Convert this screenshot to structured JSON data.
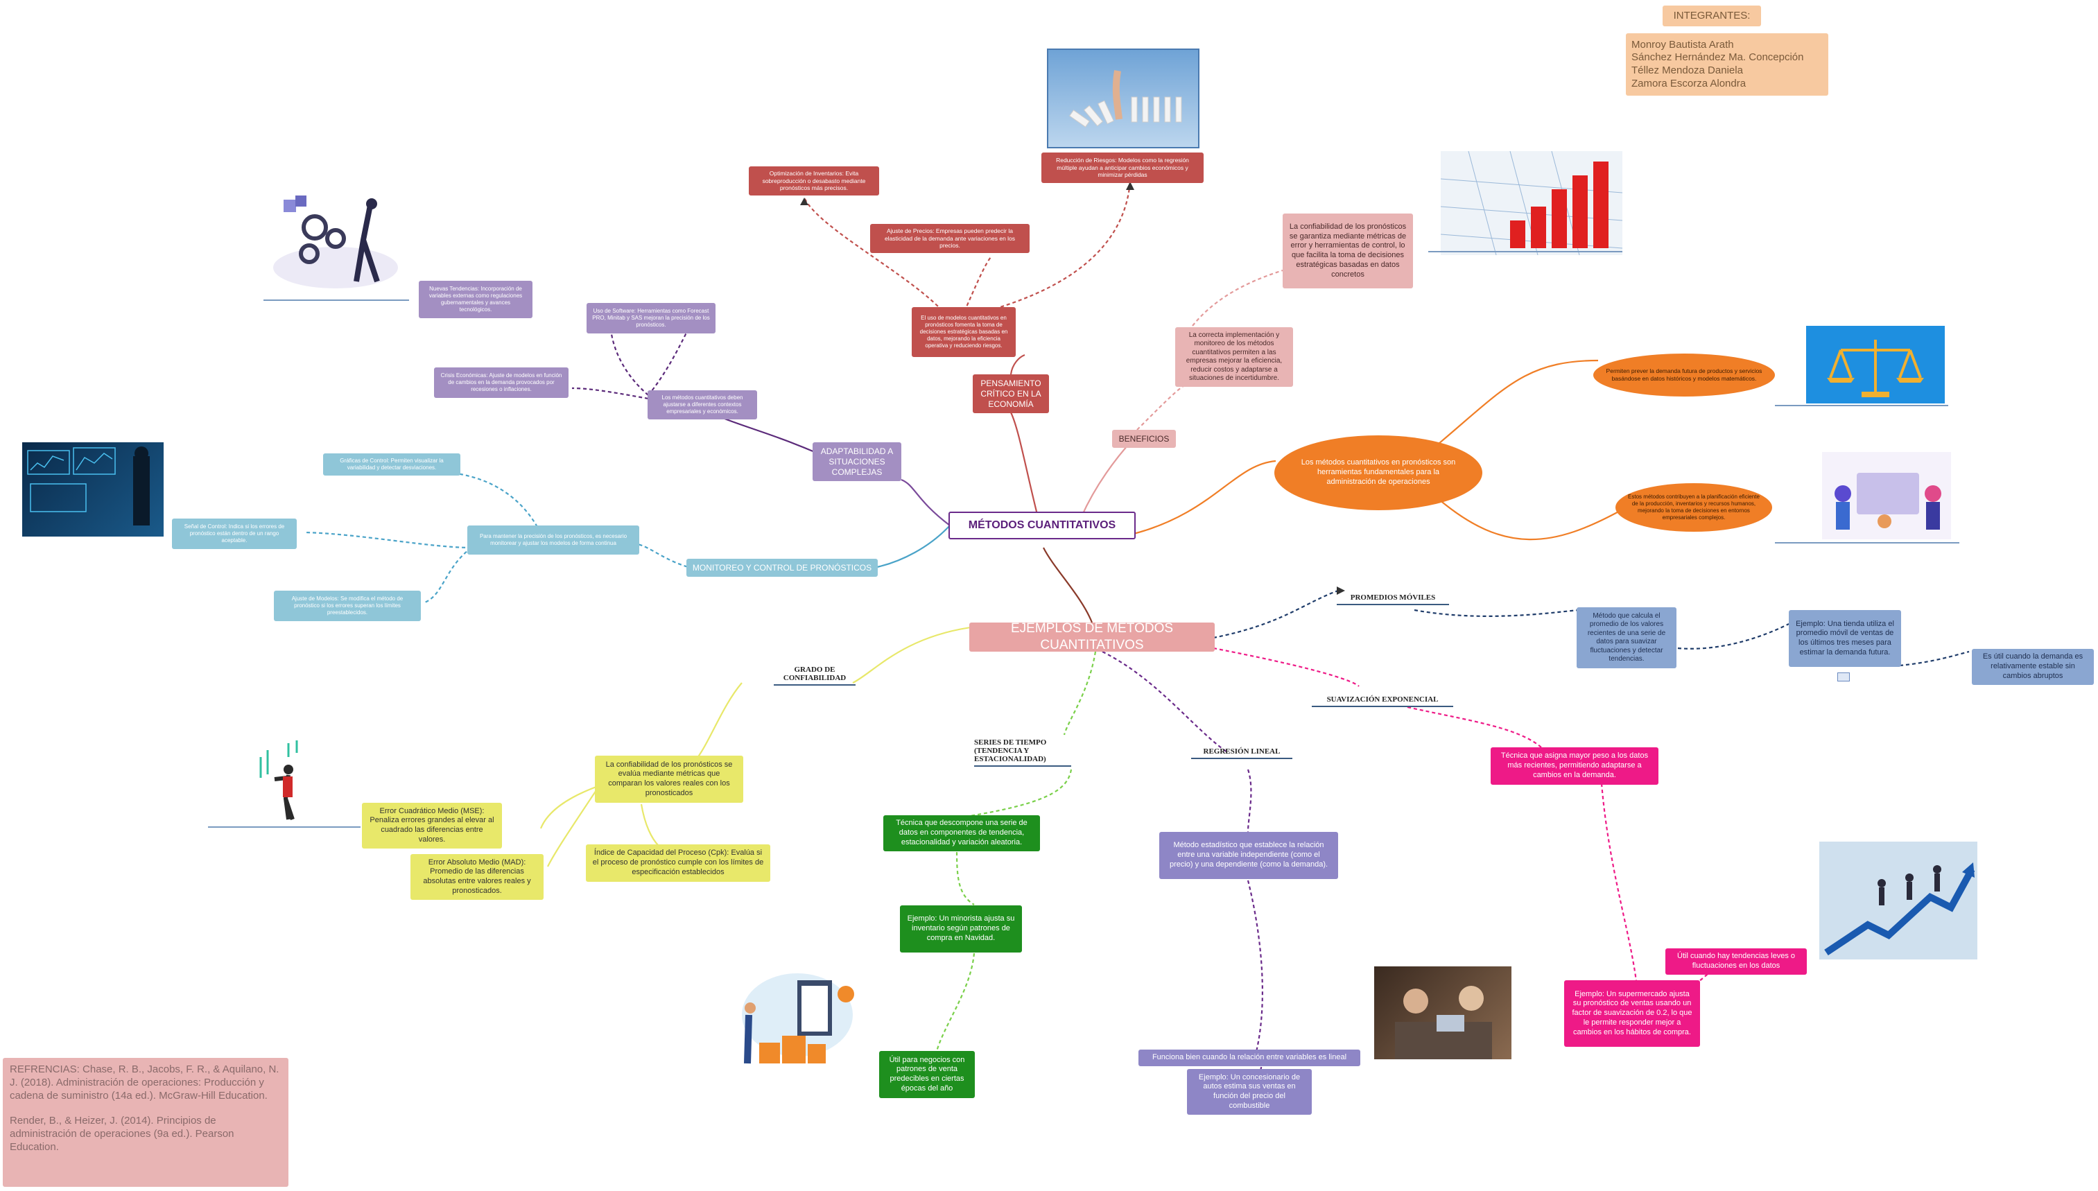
{
  "central": "MÉTODOS CUANTITATIVOS",
  "integrantes": {
    "title": "INTEGRANTES:",
    "names": [
      "Monroy Bautista Arath",
      "Sánchez Hernández Ma. Concepción",
      "Téllez Mendoza Daniela",
      "Zamora Escorza Alondra"
    ]
  },
  "pensamiento": {
    "label": "PENSAMIENTO CRÍTICO EN LA ECONOMÍA",
    "main": "El uso de modelos cuantitativos en pronósticos fomenta la toma de decisiones estratégicas basadas en datos, mejorando la eficiencia operativa y reduciendo riesgos.",
    "optimizacion": "Optimización de Inventarios: Evita sobreproducción o desabasto mediante pronósticos más precisos.",
    "precio": "Ajuste de Precios: Empresas pueden predecir la elasticidad de la demanda ante variaciones en los precios.",
    "riesgos": "Reducción de Riesgos: Modelos como la regresión múltiple ayudan a anticipar cambios económicos y minimizar pérdidas"
  },
  "adaptabilidad": {
    "label": "ADAPTABILIDAD A SITUACIONES COMPLEJAS",
    "main": "Los métodos cuantitativos deben ajustarse a diferentes contextos empresariales y económicos.",
    "tendencias": "Nuevas Tendencias: Incorporación de variables externas como regulaciones gubernamentales y avances tecnológicos.",
    "software": "Uso de Software: Herramientas como Forecast PRO, Minitab y SAS mejoran la precisión de los pronósticos.",
    "crisis": "Crisis Económicas: Ajuste de modelos en función de cambios en la demanda provocados por recesiones o inflaciones."
  },
  "monitoreo": {
    "label": "MONITOREO Y CONTROL DE PRONÓSTICOS",
    "main": "Para mantener la precisión de los pronósticos, es necesario monitorear y ajustar los modelos de forma continua",
    "graficas": "Gráficas de Control: Permiten visualizar la variabilidad y detectar desviaciones.",
    "senal": "Señal de Control: Indica si los errores de pronóstico están dentro de un rango aceptable.",
    "ajuste": "Ajuste de Modelos: Se modifica el método de pronóstico si los errores superan los límites preestablecidos."
  },
  "beneficios": {
    "label": "BENEFICIOS",
    "confiabilidad": "La confiabilidad de los pronósticos se garantiza mediante métricas de error y herramientas de control, lo que facilita la toma de decisiones estratégicas basadas en datos concretos",
    "implementacion": "La correcta implementación y monitoreo de los métodos cuantitativos permiten a las empresas mejorar la eficiencia, reducir costos y adaptarse a situaciones de incertidumbre."
  },
  "definicion": {
    "main": "Los métodos cuantitativos en pronósticos son herramientas fundamentales para la administración de operaciones",
    "prever": "Permiten prever la demanda futura de productos y servicios basándose en datos históricos y modelos matemáticos.",
    "planificacion": "Estos métodos contribuyen a la planificación eficiente de la producción, inventarios y recursos humanos, mejorando la toma de decisiones en entornos empresariales complejos."
  },
  "ejemplos": {
    "label": "EJEMPLOS DE MÉTODOS CUANTITATIVOS",
    "grado": {
      "title": "GRADO DE CONFIABILIDAD",
      "main": "La confiabilidad de los pronósticos se evalúa mediante métricas que comparan los valores reales con los pronosticados",
      "mse": "Error Cuadrático Medio (MSE): Penaliza errores grandes al elevar al cuadrado las diferencias entre valores.",
      "mad": "Error Absoluto Medio (MAD): Promedio de las diferencias absolutas entre valores reales y pronosticados.",
      "cpk": "Índice de Capacidad del Proceso (Cpk): Evalúa si el proceso de pronóstico cumple con los límites de especificación establecidos"
    },
    "series": {
      "title": "SERIES DE TIEMPO (TENDENCIA Y ESTACIONALIDAD)",
      "main": "Técnica que descompone una serie de datos en componentes de tendencia, estacionalidad y variación aleatoria.",
      "ejemplo": "Ejemplo: Un minorista ajusta su inventario según patrones de compra en Navidad.",
      "util": "Útil para negocios con patrones de venta predecibles en ciertas épocas del año"
    },
    "regresion": {
      "title": "REGRESIÓN LINEAL",
      "main": "Método estadístico que establece la relación entre una variable independiente (como el precio) y una dependiente (como la demanda).",
      "funciona": "Funciona bien cuando la relación entre variables es lineal",
      "ejemplo": "Ejemplo: Un concesionario de autos estima sus ventas en función del precio del combustible"
    },
    "promedios": {
      "title": "PROMEDIOS MÓVILES",
      "main": "Método que calcula el promedio de los valores recientes de una serie de datos para suavizar fluctuaciones y detectar tendencias.",
      "ejemplo": "Ejemplo: Una tienda utiliza el promedio móvil de ventas de los últimos tres meses para estimar la demanda futura.",
      "util": "Es útil cuando la demanda es relativamente estable sin cambios abruptos"
    },
    "suavizacion": {
      "title": "SUAVIZACIÓN EXPONENCIAL",
      "main": "Técnica que asigna mayor peso a los datos más recientes, permitiendo adaptarse a cambios en la demanda.",
      "util": "Útil cuando hay tendencias leves o fluctuaciones en los datos",
      "ejemplo": "Ejemplo: Un supermercado ajusta su pronóstico de ventas usando un factor de suavización de 0.2, lo que le permite responder mejor a cambios en los hábitos de compra."
    }
  },
  "referencias": {
    "ref1": "REFRENCIAS:              Chase, R. B., Jacobs, F. R., & Aquilano, N. J. (2018). Administración de operaciones: Producción y cadena de suministro (14a ed.). McGraw-Hill Education.",
    "ref2": "Render, B., & Heizer, J. (2014). Principios de administración de operaciones (9a ed.). Pearson Education."
  },
  "colors": {
    "red": "#c0504d",
    "purple": "#a38fc2",
    "lightblue": "#8fc6d8",
    "pink": "#e8b4b4",
    "orange": "#f07e26",
    "blue": "#8aa6d1",
    "green": "#1e8f1e",
    "yellow": "#e8e86a",
    "magenta": "#ee1a87",
    "lavender": "#8e86c6"
  }
}
